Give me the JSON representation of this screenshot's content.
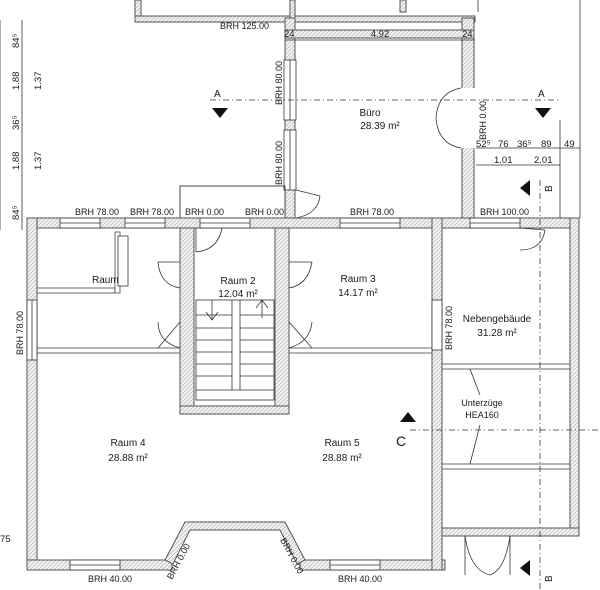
{
  "rooms": {
    "buero": {
      "name": "Büro",
      "area": "28.39 m²"
    },
    "raum2": {
      "name": "Raum 2",
      "area": "12.04 m²"
    },
    "raum3": {
      "name": "Raum 3",
      "area": "14.17 m²"
    },
    "raum4": {
      "name": "Raum 4",
      "area": "28.88 m²"
    },
    "raum5": {
      "name": "Raum 5",
      "area": "28.88 m²"
    },
    "nebengebaeude": {
      "name": "Nebengebäude",
      "area": "31.28 m²"
    },
    "raum1": {
      "name": "Raum"
    }
  },
  "beam_note": {
    "line1": "Unterzüge",
    "line2": "HEA160"
  },
  "brh": {
    "top_buero": "BRH 125.00",
    "buero_left_upper": "BRH 80.00",
    "buero_left_lower": "BRH 80.00",
    "buero_right": "BRH 0.00",
    "row_1": "BRH 78.00",
    "row_2": "BRH 78.00",
    "row_3": "BRH 0.00",
    "row_4": "BRH 0.00",
    "row_5": "BRH 78.00",
    "row_6": "BRH 100.00",
    "left_wall": "BRH 78.00",
    "neben_wall": "BRH 78.00",
    "bottom_left": "BRH 40.00",
    "bottom_right": "BRH 40.00",
    "bay_left": "BRH 0.00",
    "bay_right": "BRH 0.00"
  },
  "dimensions": {
    "top_24_left": "24",
    "top_492": "4.92",
    "top_24_right": "24",
    "left_845_top": "84⁵",
    "left_188_a": "1.88",
    "left_137_a": "1.37",
    "left_365": "36⁵",
    "left_188_b": "1.88",
    "left_137_b": "1.37",
    "left_845_bottom": "84⁵",
    "r_52": "52⁵",
    "r_76": "76",
    "r_365": "36⁵",
    "r_89": "89",
    "r_49": "49",
    "r_101": "1.01",
    "r_201": "2.01",
    "bottom_left_75": "75"
  },
  "section_marks": {
    "a_left": "A",
    "a_right": "A",
    "b_top": "B",
    "b_bottom": "B",
    "c": "C"
  }
}
